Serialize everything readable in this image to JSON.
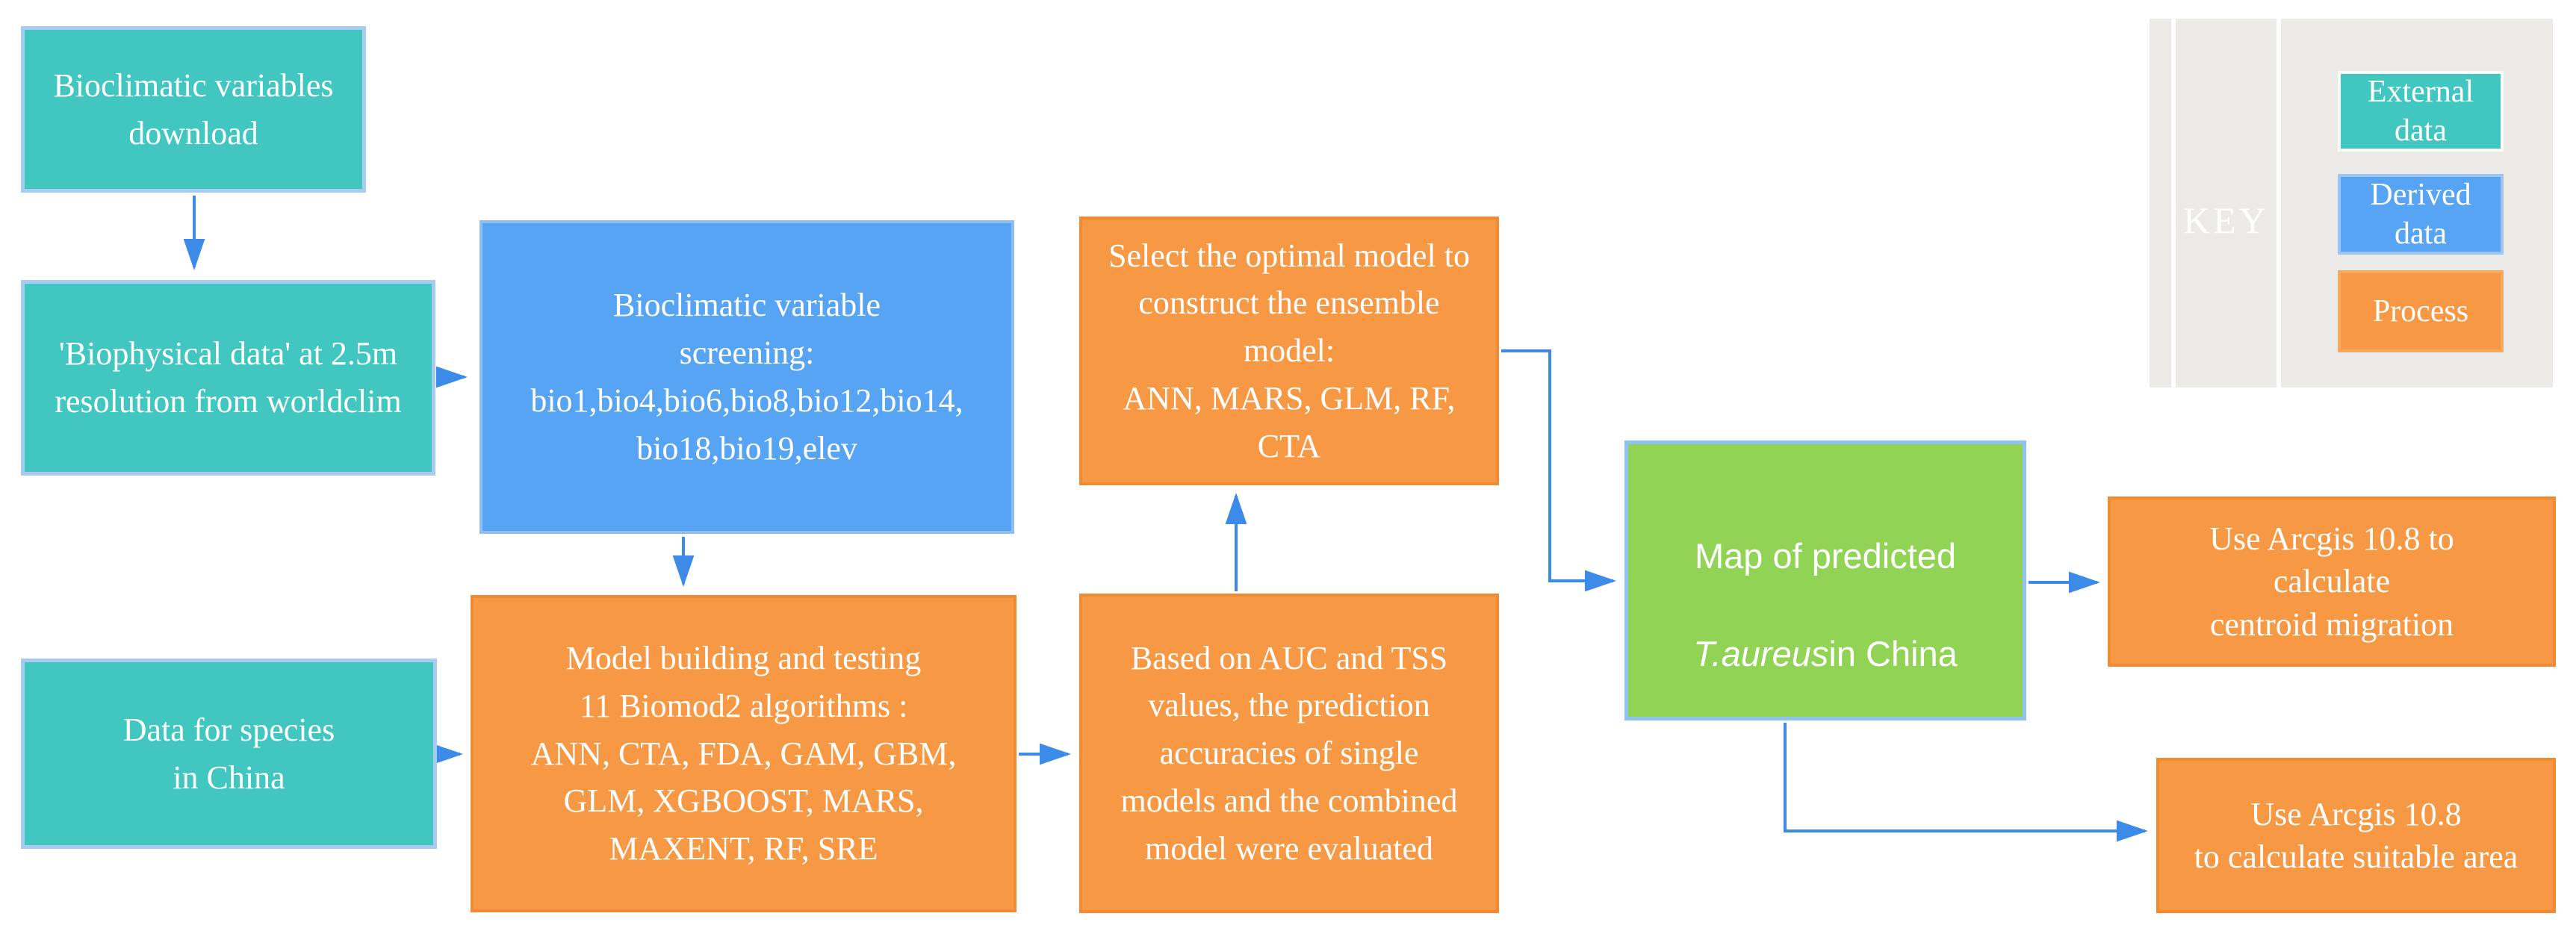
{
  "colors": {
    "teal": "#41C6C0",
    "blue": "#58A4F4",
    "orange": "#F79845",
    "green": "#90D355",
    "arrow": "#3D8BE8",
    "teal_border": "#A9CBF2",
    "blue_border": "#8FBDF2",
    "orange_border": "#F08B33",
    "green_border": "#8FC2F2",
    "panel_gray": "#ECEAE7",
    "text": "#FFFFFF"
  },
  "flow": {
    "bioclimatic_download": "Bioclimatic variables\ndownload",
    "biophysical_data": "'Biophysical data' at 2.5m\nresolution from worldclim",
    "variable_screening": "Bioclimatic variable\nscreening:\nbio1,bio4,bio6,bio8,bio12,bio14,\nbio18,bio19,elev",
    "species_data": "Data for species\nin China",
    "model_building": "Model building and testing\n11 Biomod2 algorithms :\nANN, CTA, FDA, GAM, GBM,\nGLM,  XGBOOST, MARS,\nMAXENT, RF, SRE",
    "evaluation": "Based on AUC and TSS\nvalues, the prediction\naccuracies of single\nmodels and the combined\nmodel were evaluated",
    "ensemble_selection": "Select the optimal model to\nconstruct the ensemble\nmodel:\nANN,  MARS, GLM, RF,\nCTA",
    "map": {
      "line1": "Map of  predicted",
      "species": "T.aureus",
      "suffix": "in China"
    },
    "centroid_migration": "Use Arcgis 10.8  to\ncalculate\ncentroid migration",
    "suitable_area": "Use Arcgis 10.8\nto calculate suitable area"
  },
  "key": {
    "title": "KEY",
    "items": [
      {
        "label": "External\ndata",
        "type": "external-data"
      },
      {
        "label": "Derived\ndata",
        "type": "derived-data"
      },
      {
        "label": "Process",
        "type": "process"
      }
    ]
  }
}
